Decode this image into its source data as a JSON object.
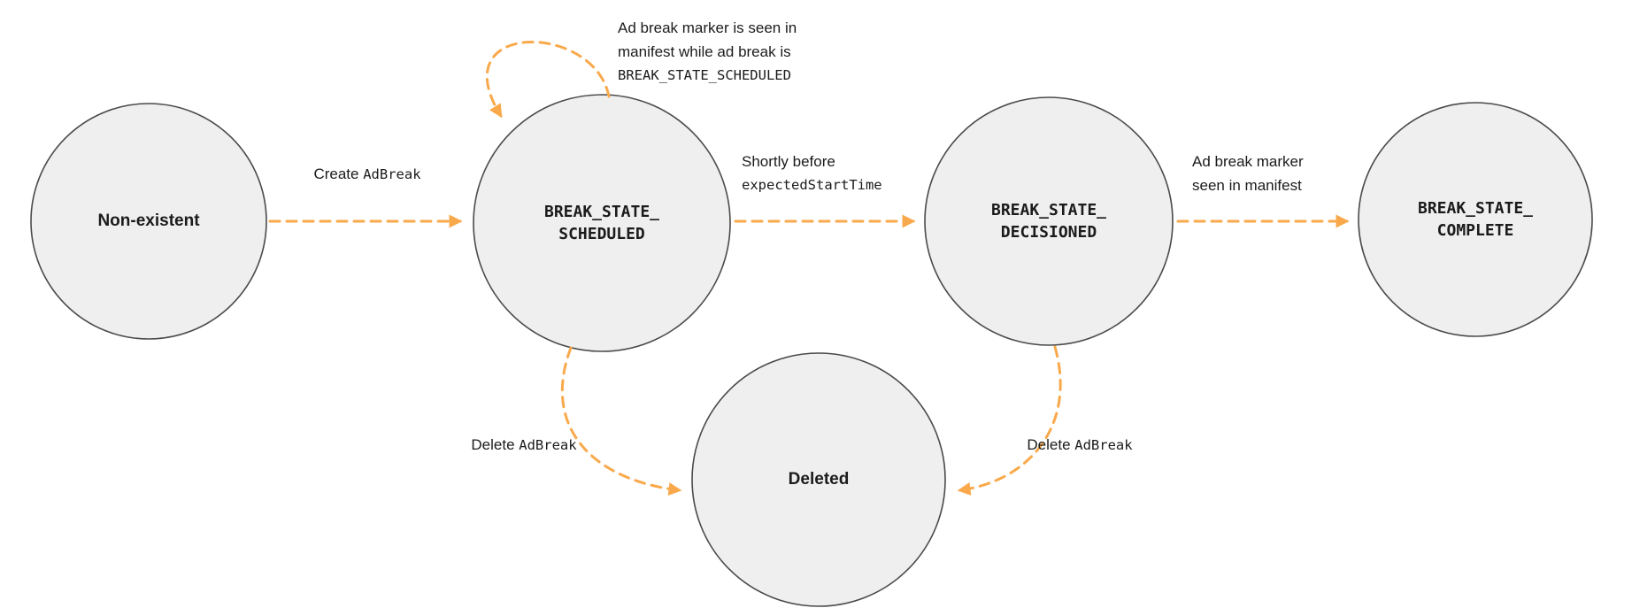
{
  "diagram": {
    "colors": {
      "arrow": "#F9A94B",
      "node_fill": "#EFEFEF",
      "node_border": "#4A4A4A",
      "text": "#1B1B1B"
    },
    "nodes": {
      "non_existent": {
        "label": "Non-existent"
      },
      "scheduled": {
        "line1": "BREAK_STATE_",
        "line2": "SCHEDULED"
      },
      "decisioned": {
        "line1": "BREAK_STATE_",
        "line2": "DECISIONED"
      },
      "complete": {
        "line1": "BREAK_STATE_",
        "line2": "COMPLETE"
      },
      "deleted": {
        "label": "Deleted"
      }
    },
    "edges": {
      "create": {
        "text": "Create",
        "code": "AdBreak"
      },
      "self_loop": {
        "line1": "Ad break marker is seen in",
        "line2": "manifest while ad break is",
        "code": "BREAK_STATE_SCHEDULED"
      },
      "to_decisioned": {
        "text": "Shortly before",
        "code": "expectedStartTime"
      },
      "to_complete": {
        "line1": "Ad break marker",
        "line2": "seen in manifest"
      },
      "delete_from_scheduled": {
        "text": "Delete",
        "code": "AdBreak"
      },
      "delete_from_decisioned": {
        "text": "Delete",
        "code": "AdBreak"
      }
    }
  }
}
